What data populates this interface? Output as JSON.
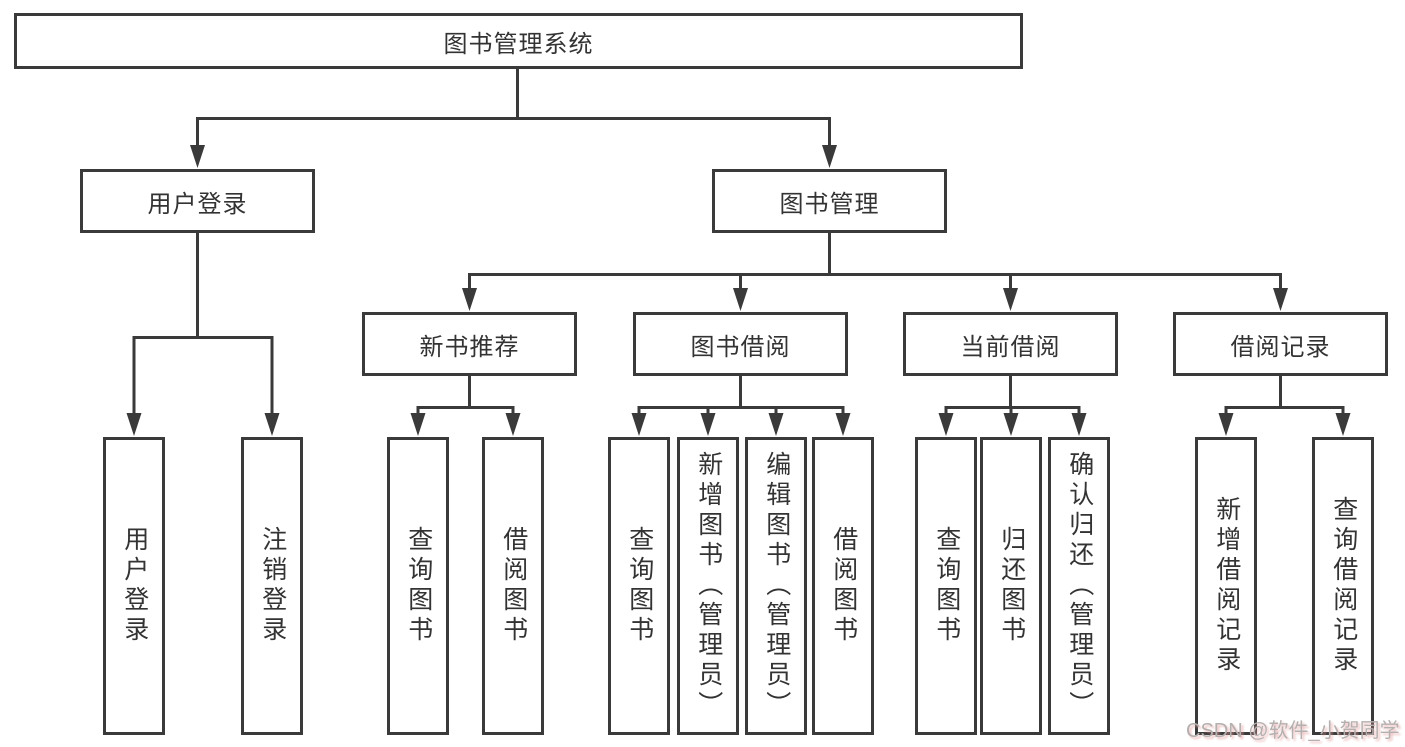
{
  "diagram": {
    "root": {
      "label": "图书管理系统"
    },
    "branches": [
      {
        "label": "用户登录",
        "children": [
          {
            "label": "用户登录"
          },
          {
            "label": "注销登录"
          }
        ]
      },
      {
        "label": "图书管理",
        "groups": [
          {
            "label": "新书推荐",
            "children": [
              {
                "label": "查询图书"
              },
              {
                "label": "借阅图书"
              }
            ]
          },
          {
            "label": "图书借阅",
            "children": [
              {
                "label": "查询图书"
              },
              {
                "label": "新增图书（管理员）"
              },
              {
                "label": "编辑图书（管理员）"
              },
              {
                "label": "借阅图书"
              }
            ]
          },
          {
            "label": "当前借阅",
            "children": [
              {
                "label": "查询图书"
              },
              {
                "label": "归还图书"
              },
              {
                "label": "确认归还（管理员）"
              }
            ]
          },
          {
            "label": "借阅记录",
            "children": [
              {
                "label": "新增借阅记录"
              },
              {
                "label": "查询借阅记录"
              }
            ]
          }
        ]
      }
    ],
    "watermark": "CSDN @软件_小贺同学",
    "colors": {
      "line": "#3a3a3a",
      "text": "#333333",
      "background": "#ffffff",
      "watermark": "#b5b0b0"
    }
  }
}
